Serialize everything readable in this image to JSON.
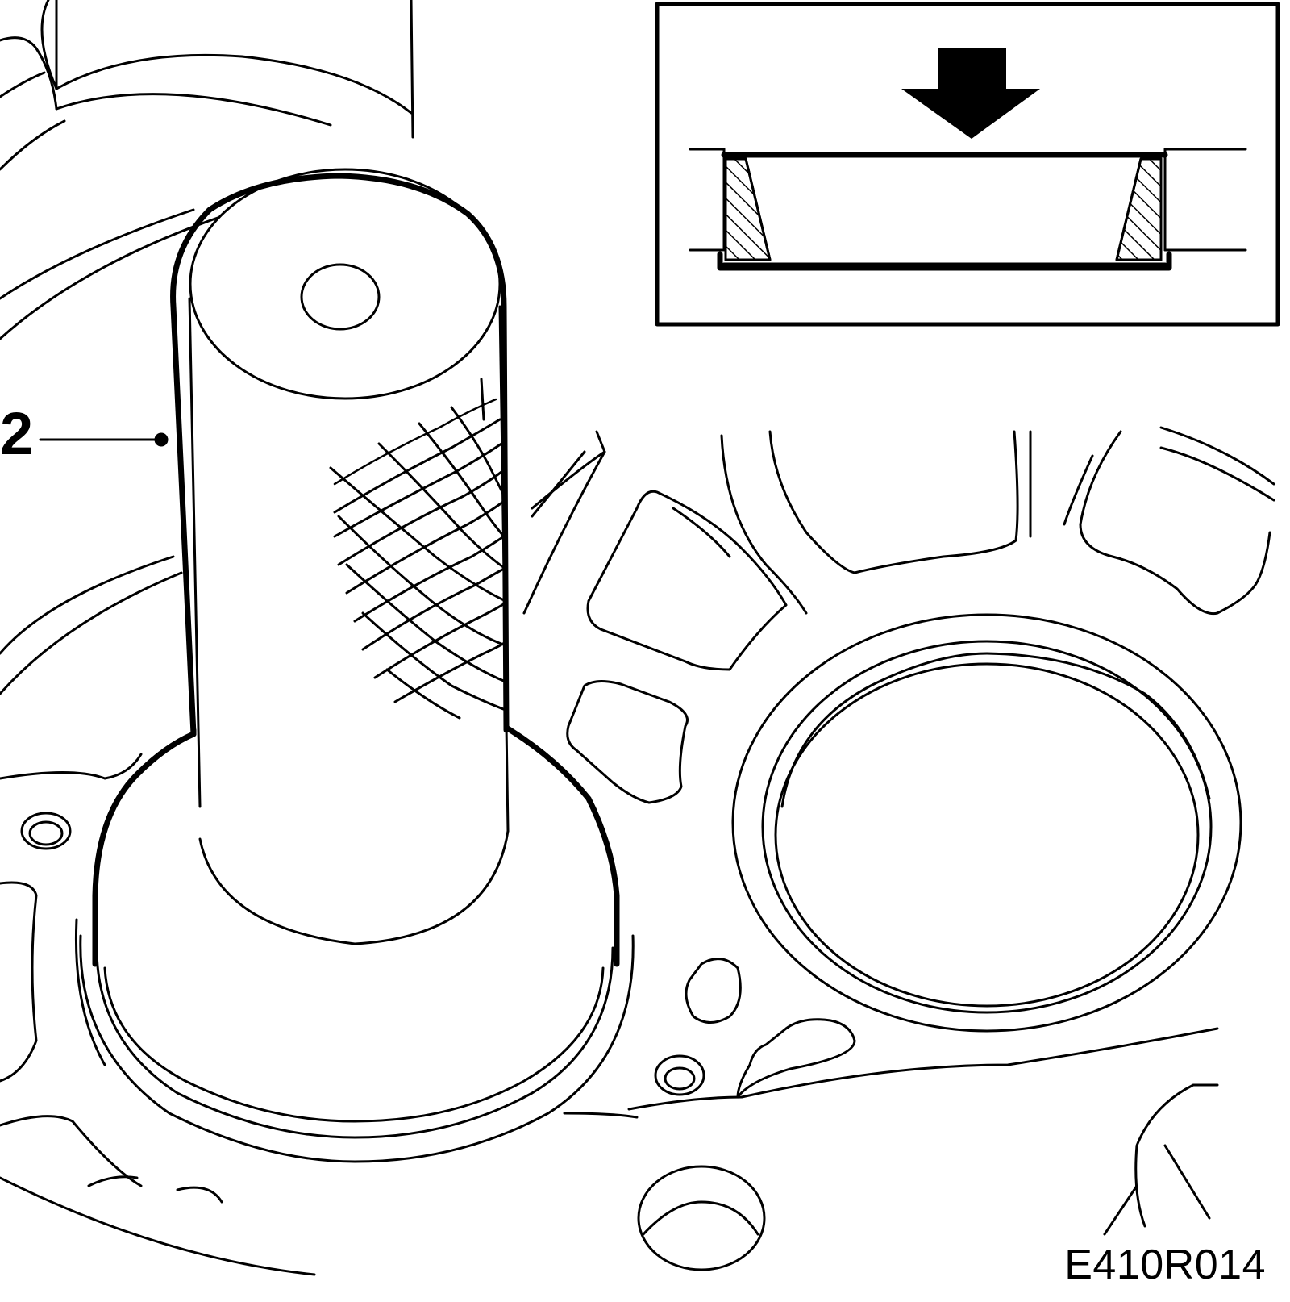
{
  "figure": {
    "callout_number": "2",
    "figure_code": "E410R014",
    "line_color": "#000000",
    "background_color": "#ffffff"
  },
  "parts": {
    "tool": "seal-installer-drift",
    "inset": "seal-seating-detail",
    "direction_icon": "down-arrow-icon"
  }
}
